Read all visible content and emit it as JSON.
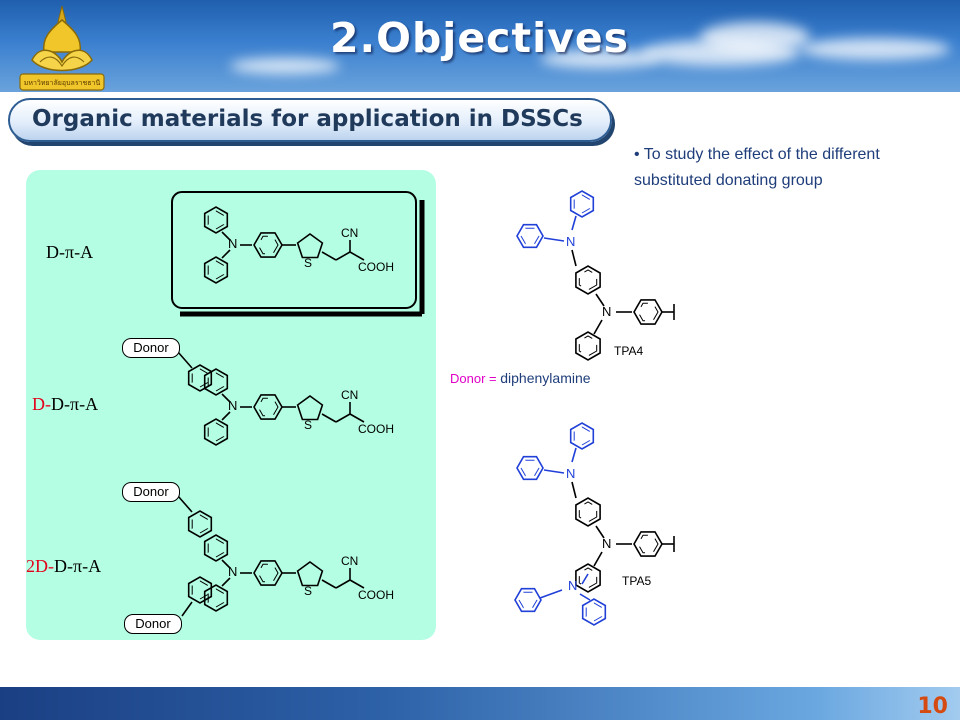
{
  "slide": {
    "title": "2.Objectives",
    "subtitle": "Organic materials for application in DSSCs",
    "bullet": "To study the effect of the different substituted donating group",
    "page_number": "10",
    "logo_text": "มหาวิทยาลัยอุบลราชธานี"
  },
  "panel": {
    "labels": [
      {
        "parts": [
          {
            "t": "D-",
            "c": "#000000"
          },
          {
            "t": "π",
            "c": "#000000"
          },
          {
            "t": "-A",
            "c": "#000000"
          }
        ]
      },
      {
        "parts": [
          {
            "t": "D-",
            "c": "#e3001b"
          },
          {
            "t": "D-",
            "c": "#000000"
          },
          {
            "t": "π",
            "c": "#000000"
          },
          {
            "t": "-A",
            "c": "#000000"
          }
        ]
      },
      {
        "parts": [
          {
            "t": "2D-",
            "c": "#e3001b"
          },
          {
            "t": "D-",
            "c": "#000000"
          },
          {
            "t": "π",
            "c": "#000000"
          },
          {
            "t": "-A",
            "c": "#000000"
          }
        ]
      }
    ],
    "donor_tag": "Donor",
    "atom_n": "N",
    "atom_s": "S",
    "group_cn": "CN",
    "group_cooh": "COOH"
  },
  "right": {
    "donor_label": "Donor =",
    "donor_value": "diphenylamine",
    "compound_1": "TPA4",
    "compound_2": "TPA5"
  },
  "colors": {
    "accent_blue": "#1f5fae",
    "donor_blue": "#2040d8",
    "magenta": "#e000c8",
    "page_number": "#d44a10",
    "panel_bg": "#b4ffe4"
  }
}
